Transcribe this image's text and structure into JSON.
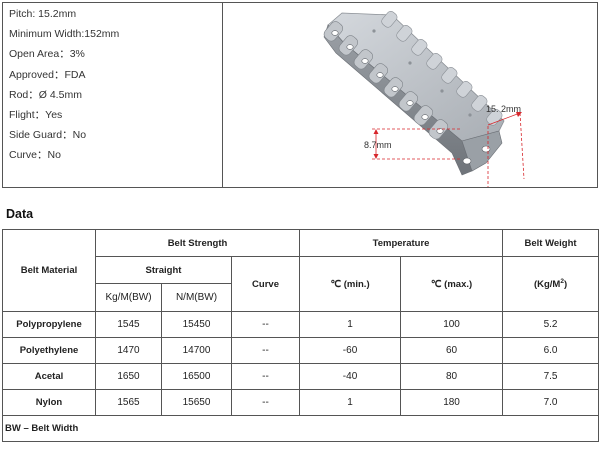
{
  "specs": [
    "Pitch: 15.2mm",
    "Minimum Width:152mm",
    "Open Area：3%",
    "Approved：FDA",
    "Rod：Ø 4.5mm",
    "Flight：Yes",
    "Side Guard：No",
    "Curve：No"
  ],
  "figure": {
    "dim_height": "8.7mm",
    "dim_pitch": "15. 2mm"
  },
  "section_title": "Data",
  "table": {
    "h_material": "Belt Material",
    "h_strength": "Belt Strength",
    "h_temperature": "Temperature",
    "h_weight": "Belt Weight",
    "h_straight": "Straight",
    "h_curve": "Curve",
    "h_kgm": "Kg/M(BW)",
    "h_nm": "N/M(BW)",
    "h_tmin": "℃ (min.)",
    "h_tmax": "℃ (max.)",
    "h_weight_unit": "(Kg/M",
    "h_weight_sup": "2",
    "h_weight_close": ")",
    "rows": [
      {
        "material": "Polypropylene",
        "kgm": "1545",
        "nm": "15450",
        "curve": "--",
        "tmin": "1",
        "tmax": "100",
        "weight": "5.2"
      },
      {
        "material": "Polyethylene",
        "kgm": "1470",
        "nm": "14700",
        "curve": "--",
        "tmin": "-60",
        "tmax": "60",
        "weight": "6.0"
      },
      {
        "material": "Acetal",
        "kgm": "1650",
        "nm": "16500",
        "curve": "--",
        "tmin": "-40",
        "tmax": "80",
        "weight": "7.5"
      },
      {
        "material": "Nylon",
        "kgm": "1565",
        "nm": "15650",
        "curve": "--",
        "tmin": "1",
        "tmax": "180",
        "weight": "7.0"
      }
    ],
    "note": "BW – Belt Width"
  }
}
